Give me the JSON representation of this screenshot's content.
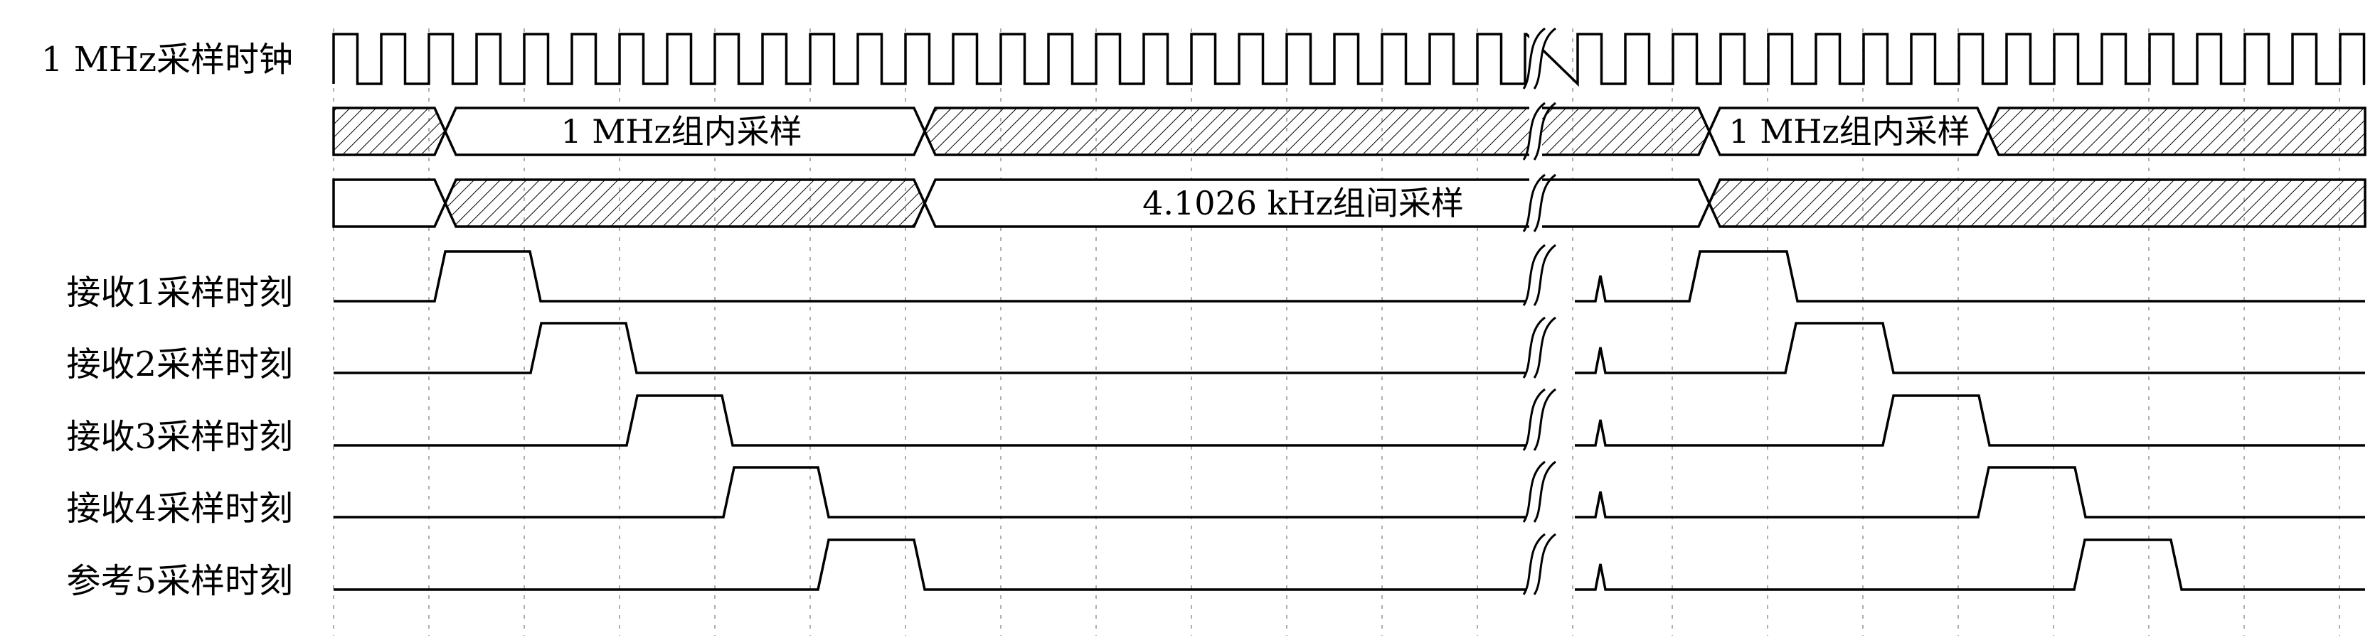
{
  "signals": {
    "clock": {
      "label": "1 MHz采样时钟"
    },
    "rx1": {
      "label": "接收1采样时刻"
    },
    "rx2": {
      "label": "接收2采样时刻"
    },
    "rx3": {
      "label": "接收3采样时刻"
    },
    "rx4": {
      "label": "接收4采样时刻"
    },
    "ref5": {
      "label": "参考5采样时刻"
    }
  },
  "bus1": {
    "segments": [
      {
        "label": ""
      },
      {
        "label": "1 MHz组内采样"
      },
      {
        "label": ""
      },
      {
        "label": "1 MHz组内采样"
      },
      {
        "label": ""
      }
    ]
  },
  "bus2": {
    "segments": [
      {
        "label": ""
      },
      {
        "label": ""
      },
      {
        "label": "4.1026 kHz组间采样"
      },
      {
        "label": ""
      },
      {
        "label": ""
      }
    ]
  }
}
